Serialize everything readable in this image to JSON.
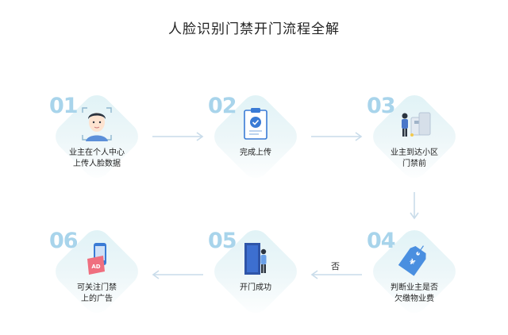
{
  "title": "人脸识别门禁开门流程全解",
  "steps": [
    {
      "num": "01",
      "label_line1": "业主在个人中心",
      "label_line2": "上传人脸数据",
      "icon": "face-scan-icon"
    },
    {
      "num": "02",
      "label_line1": "完成上传",
      "label_line2": "",
      "icon": "clipboard-check-icon"
    },
    {
      "num": "03",
      "label_line1": "业主到达小区",
      "label_line2": "门禁前",
      "icon": "turnstile-icon"
    },
    {
      "num": "04",
      "label_line1": "判断业主是否",
      "label_line2": "欠缴物业费",
      "icon": "price-tag-icon"
    },
    {
      "num": "05",
      "label_line1": "开门成功",
      "label_line2": "",
      "icon": "door-open-icon"
    },
    {
      "num": "06",
      "label_line1": "可关注门禁",
      "label_line2": "上的广告",
      "icon": "phone-ad-icon"
    }
  ],
  "branch_label": "否",
  "colors": {
    "number": "#a8d4eb",
    "arrow": "#c9dcea",
    "accent": "#1e88e5"
  }
}
